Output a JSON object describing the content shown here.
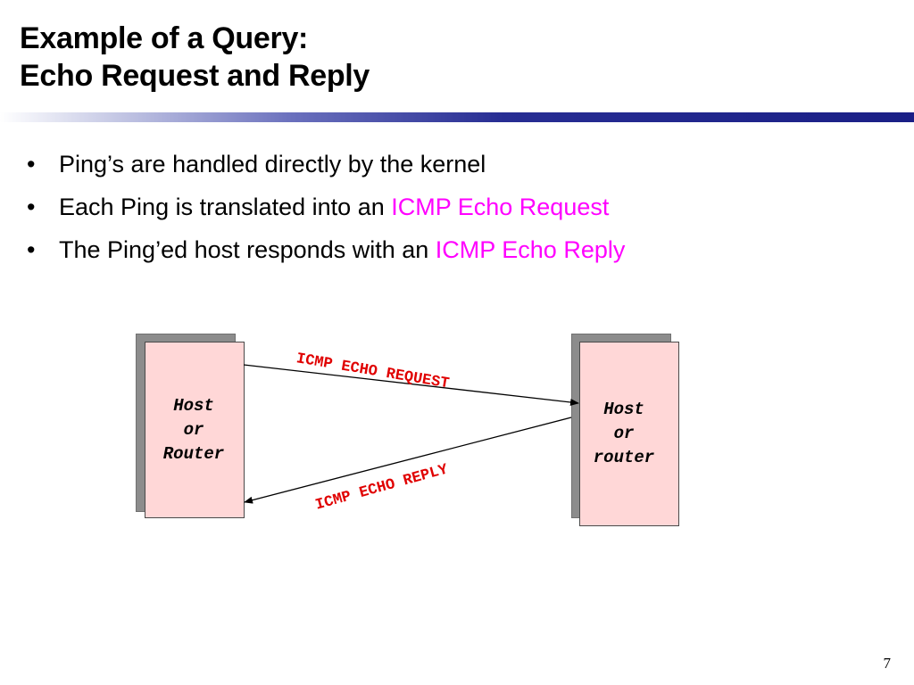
{
  "slide": {
    "title_line1": "Example of a Query:",
    "title_line2": "Echo Request and Reply",
    "page_number": "7"
  },
  "bullets": [
    {
      "text": "Ping’s are handled directly by the kernel",
      "highlight": ""
    },
    {
      "text": "Each Ping is translated into an ",
      "highlight": "ICMP Echo Request"
    },
    {
      "text": "The Ping’ed host responds with an ",
      "highlight": "ICMP Echo Reply"
    }
  ],
  "diagram": {
    "left_node": {
      "line1": "Host",
      "line2": "or",
      "line3": "Router"
    },
    "right_node": {
      "line1": "Host",
      "line2": "or",
      "line3": "router"
    },
    "request_label": "ICMP ECHO REQUEST",
    "reply_label": "ICMP ECHO REPLY"
  },
  "colors": {
    "highlight": "#ff00ff",
    "arrow_label": "#e00000",
    "box_fill": "#ffd7d7",
    "box_shadow": "#8c8c8c",
    "rule": "#1a1f86"
  }
}
